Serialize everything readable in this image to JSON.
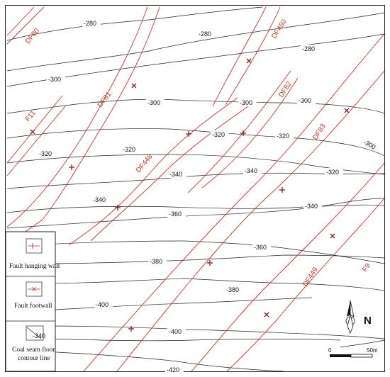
{
  "contour_labels": [
    {
      "id": "c280a",
      "text": "-280"
    },
    {
      "id": "c280b",
      "text": "-280"
    },
    {
      "id": "c280c",
      "text": "-280"
    },
    {
      "id": "c300a",
      "text": "-300"
    },
    {
      "id": "c300b",
      "text": "-300"
    },
    {
      "id": "c300c",
      "text": "-300"
    },
    {
      "id": "c300d",
      "text": "-300"
    },
    {
      "id": "c300e",
      "text": "-300"
    },
    {
      "id": "c320a",
      "text": "-320"
    },
    {
      "id": "c320b",
      "text": "-320"
    },
    {
      "id": "c320c",
      "text": "-320"
    },
    {
      "id": "c320d",
      "text": "-320"
    },
    {
      "id": "c320e",
      "text": "-320"
    },
    {
      "id": "c340a",
      "text": "-340"
    },
    {
      "id": "c340b",
      "text": "-340"
    },
    {
      "id": "c340c",
      "text": "-340"
    },
    {
      "id": "c340d",
      "text": "-340"
    },
    {
      "id": "c360a",
      "text": "-360"
    },
    {
      "id": "c360b",
      "text": "-360"
    },
    {
      "id": "c380a",
      "text": "-380"
    },
    {
      "id": "c380b",
      "text": "-380"
    },
    {
      "id": "c400a",
      "text": "-400"
    },
    {
      "id": "c400b",
      "text": "-400"
    },
    {
      "id": "c420a",
      "text": "-420"
    }
  ],
  "faults": [
    "DF80",
    "DF81",
    "F11",
    "DF448",
    "DF450",
    "DF82",
    "DF83",
    "DF449",
    "F9"
  ],
  "legend": {
    "hanging_wall": "Fault hanging wall",
    "footwall": "Fault footwall",
    "contour_line1": "Coal seam floor",
    "contour_line2": "contour line",
    "sample_value": "-340"
  },
  "compass": {
    "label": "N"
  },
  "scale": {
    "start": "0",
    "end": "50m"
  },
  "colors": {
    "fault": "#c0392b",
    "marker": "#8b1a1a",
    "contour": "#222222"
  }
}
